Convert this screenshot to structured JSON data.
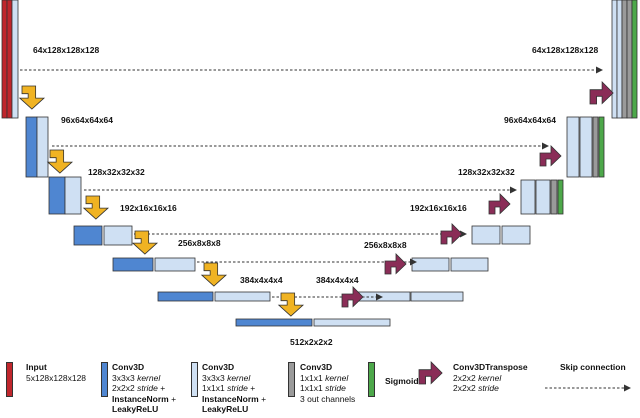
{
  "colors": {
    "input": "#c0262c",
    "conv_blue": "#4f86d1",
    "conv_light": "#cfe0f3",
    "conv_gray": "#9a9a9a",
    "sigmoid": "#4da84a",
    "transpose": "#8a2d57",
    "downsample": "#f0b323",
    "skip": "#333333"
  },
  "labels": {
    "l0_left": "64x128x128x128",
    "l0_right": "64x128x128x128",
    "l1_left": "96x64x64x64",
    "l1_right": "96x64x64x64",
    "l2_left": "128x32x32x32",
    "l2_right": "128x32x32x32",
    "l3_left": "192x16x16x16",
    "l3_right": "192x16x16x16",
    "l4_left": "256x8x8x8",
    "l4_right": "256x8x8x8",
    "l5_left": "384x4x4x4",
    "l5_right": "384x4x4x4",
    "bottom": "512x2x2x2"
  },
  "legend": {
    "input_title": "Input",
    "input_desc": "5x128x128x128",
    "conv_a_title": "Conv3D",
    "conv_a_l1": "3x3x3",
    "conv_a_l1_it": "kernel",
    "conv_a_l2": "2x2x2",
    "conv_a_l2_it": "stride",
    "conv_a_plus": "+",
    "conv_a_l3": "InstanceNorm",
    "conv_a_l4": "LeakyReLU",
    "conv_b_title": "Conv3D",
    "conv_b_l1": "3x3x3",
    "conv_b_l1_it": "kernel",
    "conv_b_l2": "1x1x1",
    "conv_b_l2_it": "stride",
    "conv_b_plus": "+",
    "conv_b_l3": "InstanceNorm",
    "conv_b_l4": "LeakyReLU",
    "conv_c_title": "Conv3D",
    "conv_c_l1": "1x1x1",
    "conv_c_l1_it": "kernel",
    "conv_c_l2": "1x1x1",
    "conv_c_l2_it": "stride",
    "conv_c_l3": "3 out channels",
    "sigmoid_title": "Sigmoid",
    "transpose_title": "Conv3DTranspose",
    "transpose_l1": "2x2x2",
    "transpose_l1_it": "kernel",
    "transpose_l2": "2x2x2",
    "transpose_l2_it": "stride",
    "skip_title": "Skip connection"
  }
}
